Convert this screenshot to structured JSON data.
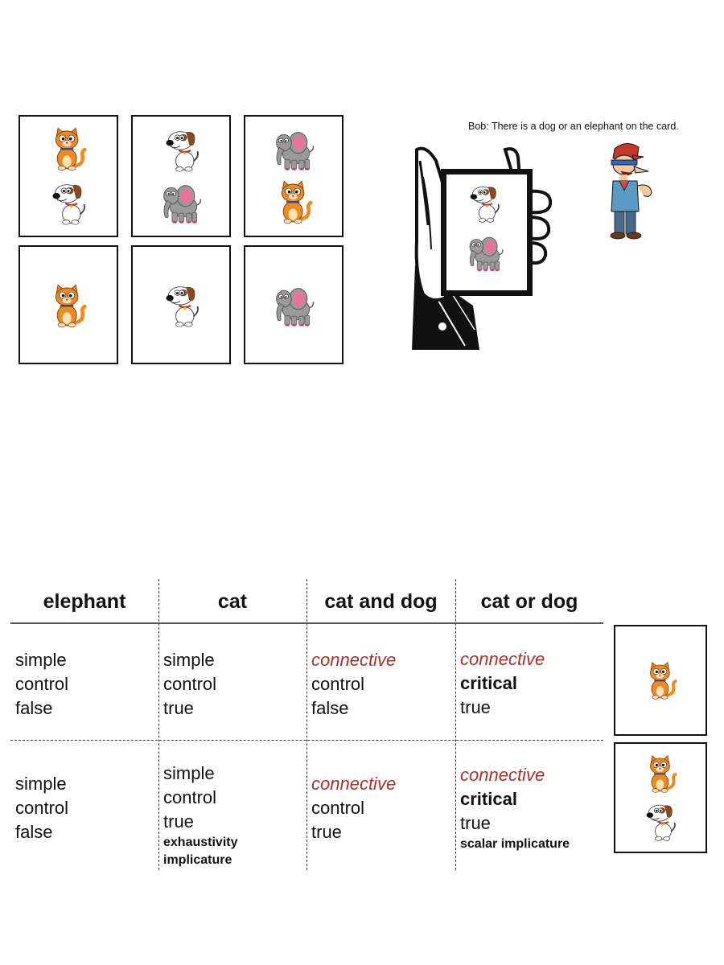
{
  "bob_caption": "Bob: There is a dog or an elephant on the card.",
  "table": {
    "headers": [
      "elephant",
      "cat",
      "cat and dog",
      "cat or dog"
    ],
    "rows": [
      {
        "cells": [
          {
            "lines": [
              "simple",
              "control",
              "false"
            ],
            "notes": []
          },
          {
            "lines": [
              "simple",
              "control",
              "true"
            ],
            "notes": []
          },
          {
            "lines": [
              "connective",
              "control",
              "false"
            ],
            "notes": []
          },
          {
            "lines": [
              "connective",
              "critical",
              "true"
            ],
            "notes": []
          }
        ],
        "card_animals": [
          "cat"
        ]
      },
      {
        "cells": [
          {
            "lines": [
              "simple",
              "control",
              "false"
            ],
            "notes": []
          },
          {
            "lines": [
              "simple",
              "control",
              "true"
            ],
            "notes": [
              "exhaustivity",
              "implicature"
            ]
          },
          {
            "lines": [
              "connective",
              "control",
              "true"
            ],
            "notes": []
          },
          {
            "lines": [
              "connective",
              "critical",
              "true"
            ],
            "notes": [
              "scalar implicature"
            ]
          }
        ],
        "card_animals": [
          "cat",
          "dog"
        ]
      }
    ]
  },
  "cards_grid": [
    [
      "cat",
      "dog"
    ],
    [
      "dog",
      "elephant"
    ],
    [
      "elephant",
      "cat"
    ],
    [
      "cat"
    ],
    [
      "dog"
    ],
    [
      "elephant"
    ]
  ],
  "held_card_animals": [
    "dog",
    "elephant"
  ],
  "icons": [
    "cat-icon",
    "dog-icon",
    "elephant-icon",
    "hand-icon",
    "blindfolded-man-icon"
  ],
  "colors": {
    "connective": "#a6322a",
    "cat": "#f08a1c",
    "elephant": "#9a9a9a",
    "ear": "#e8749a"
  }
}
